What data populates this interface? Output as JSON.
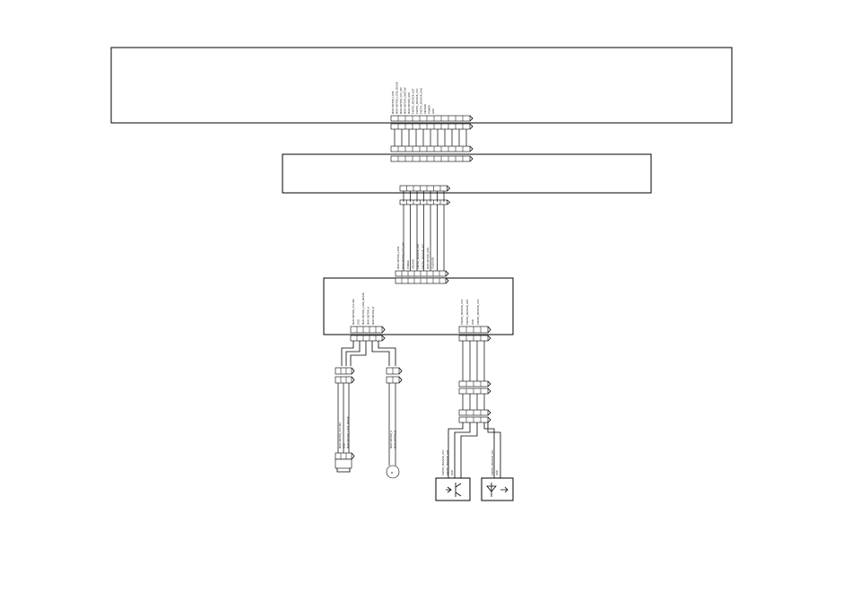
{
  "labels": {
    "top_signals": [
      "MAIN MOTOR_LOCK",
      "MAIN MOTOR_LOCK_SENSE",
      "MAIN MOTOR_VCC_24V",
      "MAIN MOTOR_CW/CCW",
      "MAIN MOTOR_GND",
      "PHOTO_SENSOR_OUT",
      "PHOTO_SENSOR_VCC",
      "PHOTO_SENSOR_GND",
      "SENSOR",
      "POWER",
      "GND"
    ],
    "middle_signals": [
      "MAIN MOTOR_LOCK",
      "MAIN MOTOR_VCC_24V",
      "POWER",
      "SENSOR",
      "PHOTO_SENSOR_OUT",
      "PHOTO_SENSOR_VCC",
      "MAIN MOTOR_GND",
      "SOLENOID"
    ],
    "left_lower_signals": [
      "MAIN MOTOR_VCC 24V",
      "GND",
      "MAIN MOTOR_LOCK_SENSE",
      "MAIN MOTOR_A",
      "MAIN MOTOR_B"
    ],
    "right_lower_signals": [
      "PHOTO_SENSOR_VCC",
      "PHOTO_SENSOR_OUT",
      "GND",
      "PHOTO_SENSOR_VCC"
    ],
    "motor_wires": [
      "MAIN MOTOR_VCC 24V",
      "GND",
      "MAIN MOTOR_LOCK_SENSE"
    ],
    "stepper_wires": [
      "MAIN MOTOR_A",
      "MAIN MOTOR_B"
    ],
    "sensor_left_wires": [
      "PHOTO_SENSOR_VCC",
      "PHOTO_SENSOR_OUT",
      "GND"
    ],
    "sensor_right_wires": [
      "PHOTO_SENSOR_VCC",
      "GND"
    ]
  }
}
